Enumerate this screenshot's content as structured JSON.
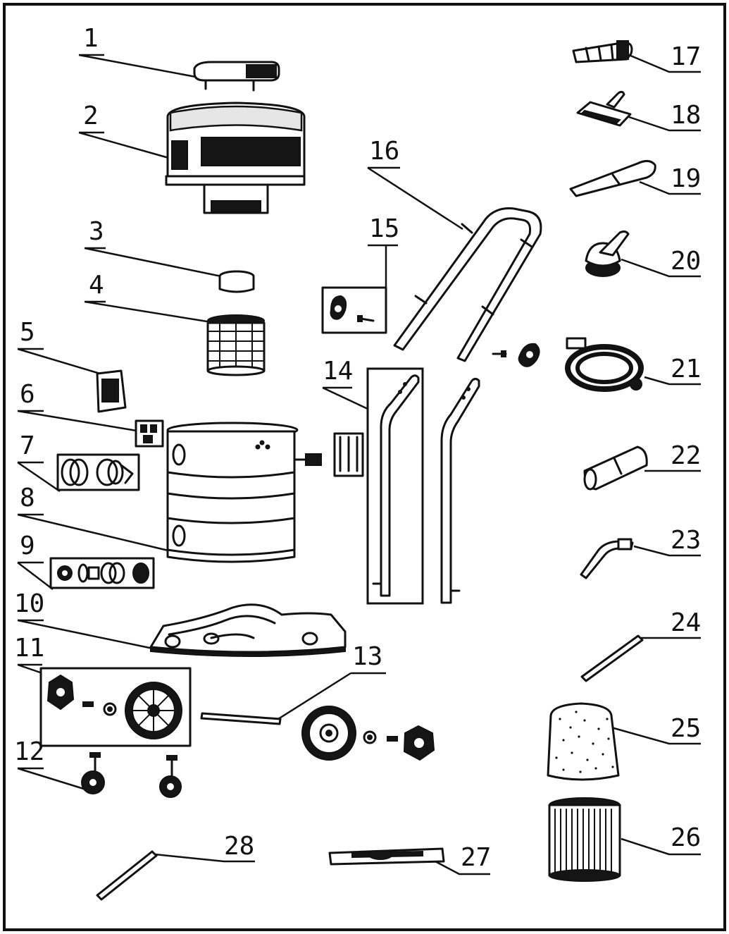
{
  "parts": [
    {
      "id": "part-1",
      "label": "1"
    },
    {
      "id": "part-2",
      "label": "2"
    },
    {
      "id": "part-3",
      "label": "3"
    },
    {
      "id": "part-4",
      "label": "4"
    },
    {
      "id": "part-5",
      "label": "5"
    },
    {
      "id": "part-6",
      "label": "6"
    },
    {
      "id": "part-7",
      "label": "7"
    },
    {
      "id": "part-8",
      "label": "8"
    },
    {
      "id": "part-9",
      "label": "9"
    },
    {
      "id": "part-10",
      "label": "10"
    },
    {
      "id": "part-11",
      "label": "11"
    },
    {
      "id": "part-12",
      "label": "12"
    },
    {
      "id": "part-13",
      "label": "13"
    },
    {
      "id": "part-14",
      "label": "14"
    },
    {
      "id": "part-15",
      "label": "15"
    },
    {
      "id": "part-16",
      "label": "16"
    },
    {
      "id": "part-17",
      "label": "17"
    },
    {
      "id": "part-18",
      "label": "18"
    },
    {
      "id": "part-19",
      "label": "19"
    },
    {
      "id": "part-20",
      "label": "20"
    },
    {
      "id": "part-21",
      "label": "21"
    },
    {
      "id": "part-22",
      "label": "22"
    },
    {
      "id": "part-23",
      "label": "23"
    },
    {
      "id": "part-24",
      "label": "24"
    },
    {
      "id": "part-25",
      "label": "25"
    },
    {
      "id": "part-26",
      "label": "26"
    },
    {
      "id": "part-27",
      "label": "27"
    },
    {
      "id": "part-28",
      "label": "28"
    }
  ],
  "colors": {
    "ink": "#111111",
    "paper": "#ffffff",
    "shade": "#e6e6e6"
  }
}
